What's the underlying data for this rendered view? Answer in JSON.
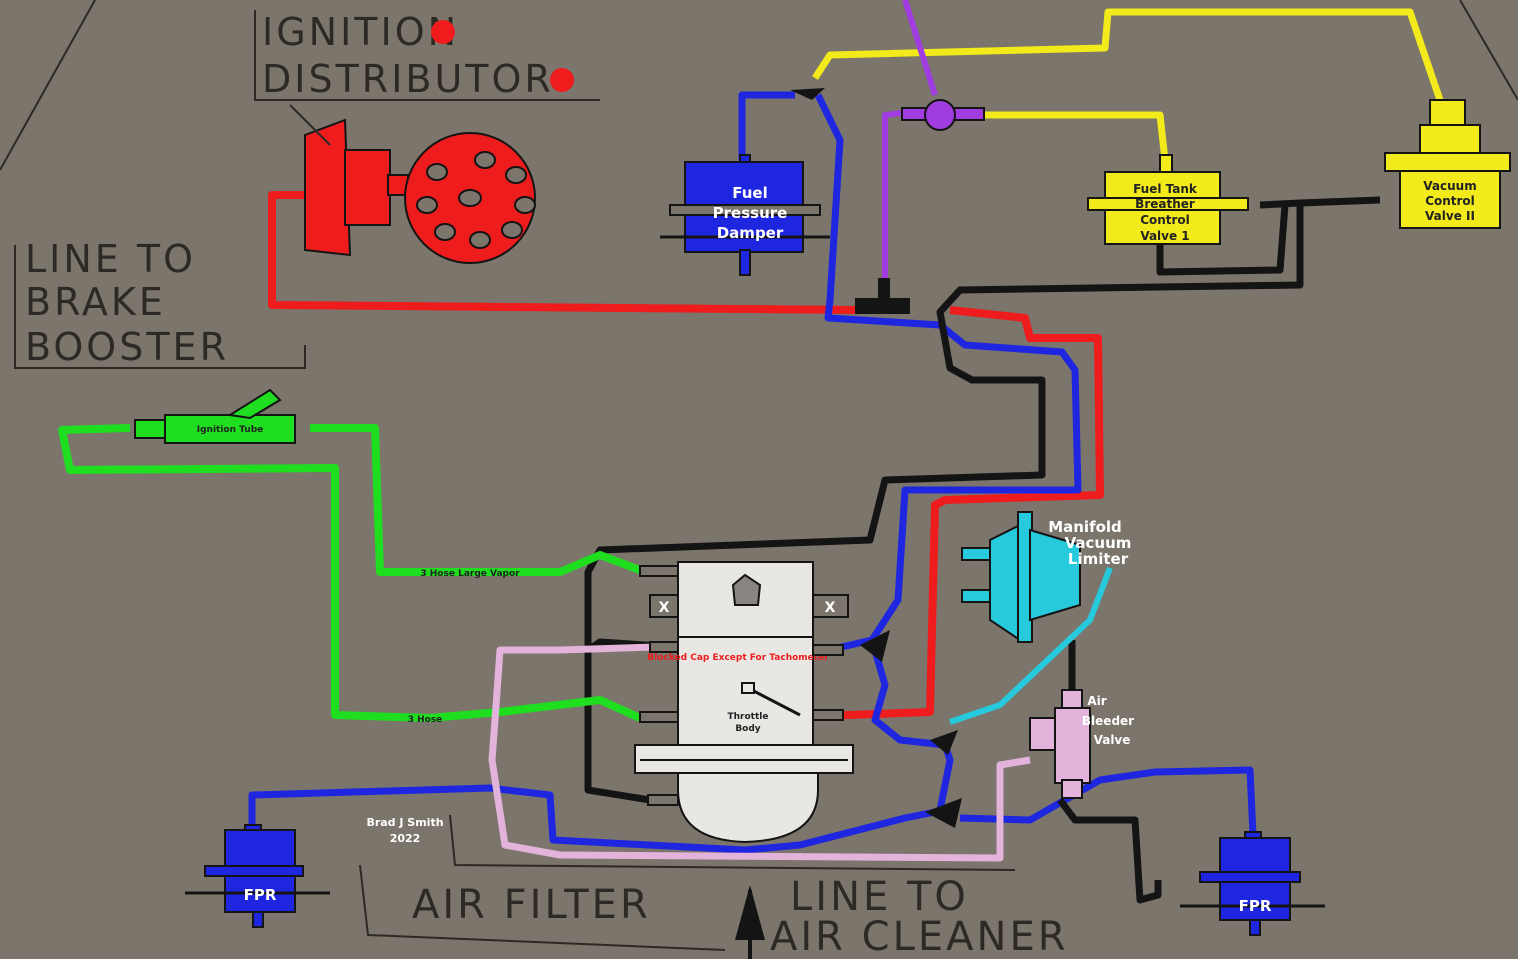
{
  "labels": {
    "ignition_line1": "IGNITION",
    "ignition_line2": "DISTRIBUTOR",
    "brake_line1": "LINE TO",
    "brake_line2": "BRAKE",
    "brake_line3": "BOOSTER",
    "air_filter": "AIR FILTER",
    "air_cleaner_line1": "LINE TO",
    "air_cleaner_line2": "AIR CLEANER",
    "author_line1": "Brad J Smith",
    "author_line2": "2022"
  },
  "components": {
    "fuel_damper": [
      "Fuel",
      "Pressure",
      "Damper"
    ],
    "fuel_control_valve": [
      "Fuel Tank",
      "Breather",
      "Control",
      "Valve 1"
    ],
    "vacuum_control_valve": [
      "Vacuum",
      "Control",
      "Valve II"
    ],
    "manifold_limiter": [
      "Manifold",
      "Vacuum",
      "Limiter"
    ],
    "air_bleeder": [
      "Air",
      "Bleeder",
      "Valve"
    ],
    "fpr_left": "FPR",
    "fpr_right": "FPR",
    "ignition_tube": "Ignition Tube",
    "throttle_body": [
      "Throttle",
      "Body"
    ],
    "throttle_note": "Blocked Cap Except For Tachometer",
    "hose_upper": "3 Hose Large Vapor",
    "hose_lower": "3 Hose",
    "port_x": "X"
  },
  "colors": {
    "background": "#7b756c",
    "red": "#ee1c1c",
    "blue": "#1f26e0",
    "yellow": "#f2ea1a",
    "green": "#1fdd1f",
    "black": "#141414",
    "purple": "#a03ce0",
    "cyan": "#27c9dc",
    "pink": "#e3b3dc"
  }
}
